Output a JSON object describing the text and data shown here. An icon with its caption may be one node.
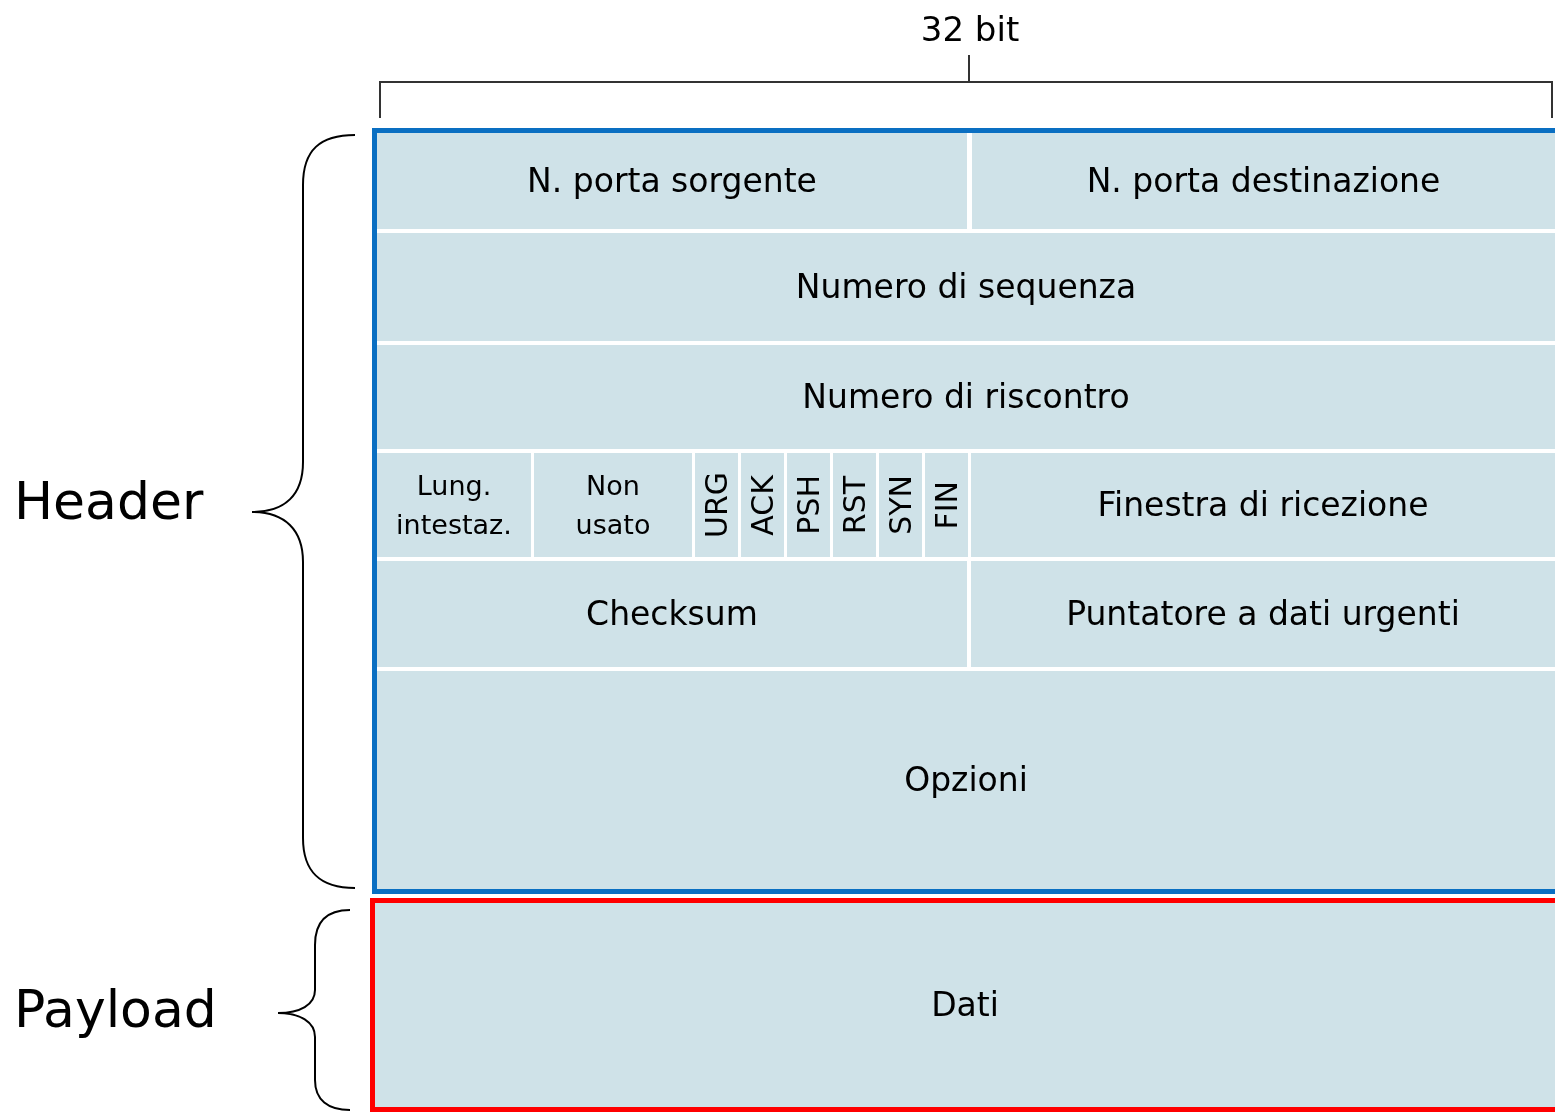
{
  "diagram": {
    "nodes": [
      {
        "text": [],
        "shape": "box"
      },
      {
        "text": [
          "N. porta sorgente"
        ],
        "in": 0
      },
      {
        "text": [
          "N. porta destinazione"
        ],
        "in": 0
      },
      {
        "text": [
          "Numero di sequenza"
        ],
        "in": 0
      },
      {
        "text": [
          "Numero di riscontro"
        ],
        "in": 0
      },
      {
        "text": [
          "Lung. intestaz."
        ],
        "in": 0
      },
      {
        "text": [
          "Non usato"
        ],
        "in": 0
      },
      {
        "text": [
          "URG"
        ],
        "in": 0
      },
      {
        "text": [
          "ACK"
        ],
        "in": 0
      },
      {
        "text": [
          "PSH"
        ],
        "in": 0
      },
      {
        "text": [
          "RST"
        ],
        "in": 0
      },
      {
        "text": [
          "SYN"
        ],
        "in": 0
      },
      {
        "text": [
          "FIN"
        ],
        "in": 0
      },
      {
        "text": [
          "Finestra di ricezione"
        ],
        "in": 0
      },
      {
        "text": [
          "Checksum"
        ],
        "in": 0
      },
      {
        "text": [
          "Puntatore a dati urgenti"
        ],
        "in": 0
      },
      {
        "text": [
          "Opzioni"
        ],
        "in": 0
      },
      {
        "text": [
          "Dati"
        ]
      }
    ],
    "labels": [
      "32 bit",
      "Header",
      "Payload"
    ]
  }
}
